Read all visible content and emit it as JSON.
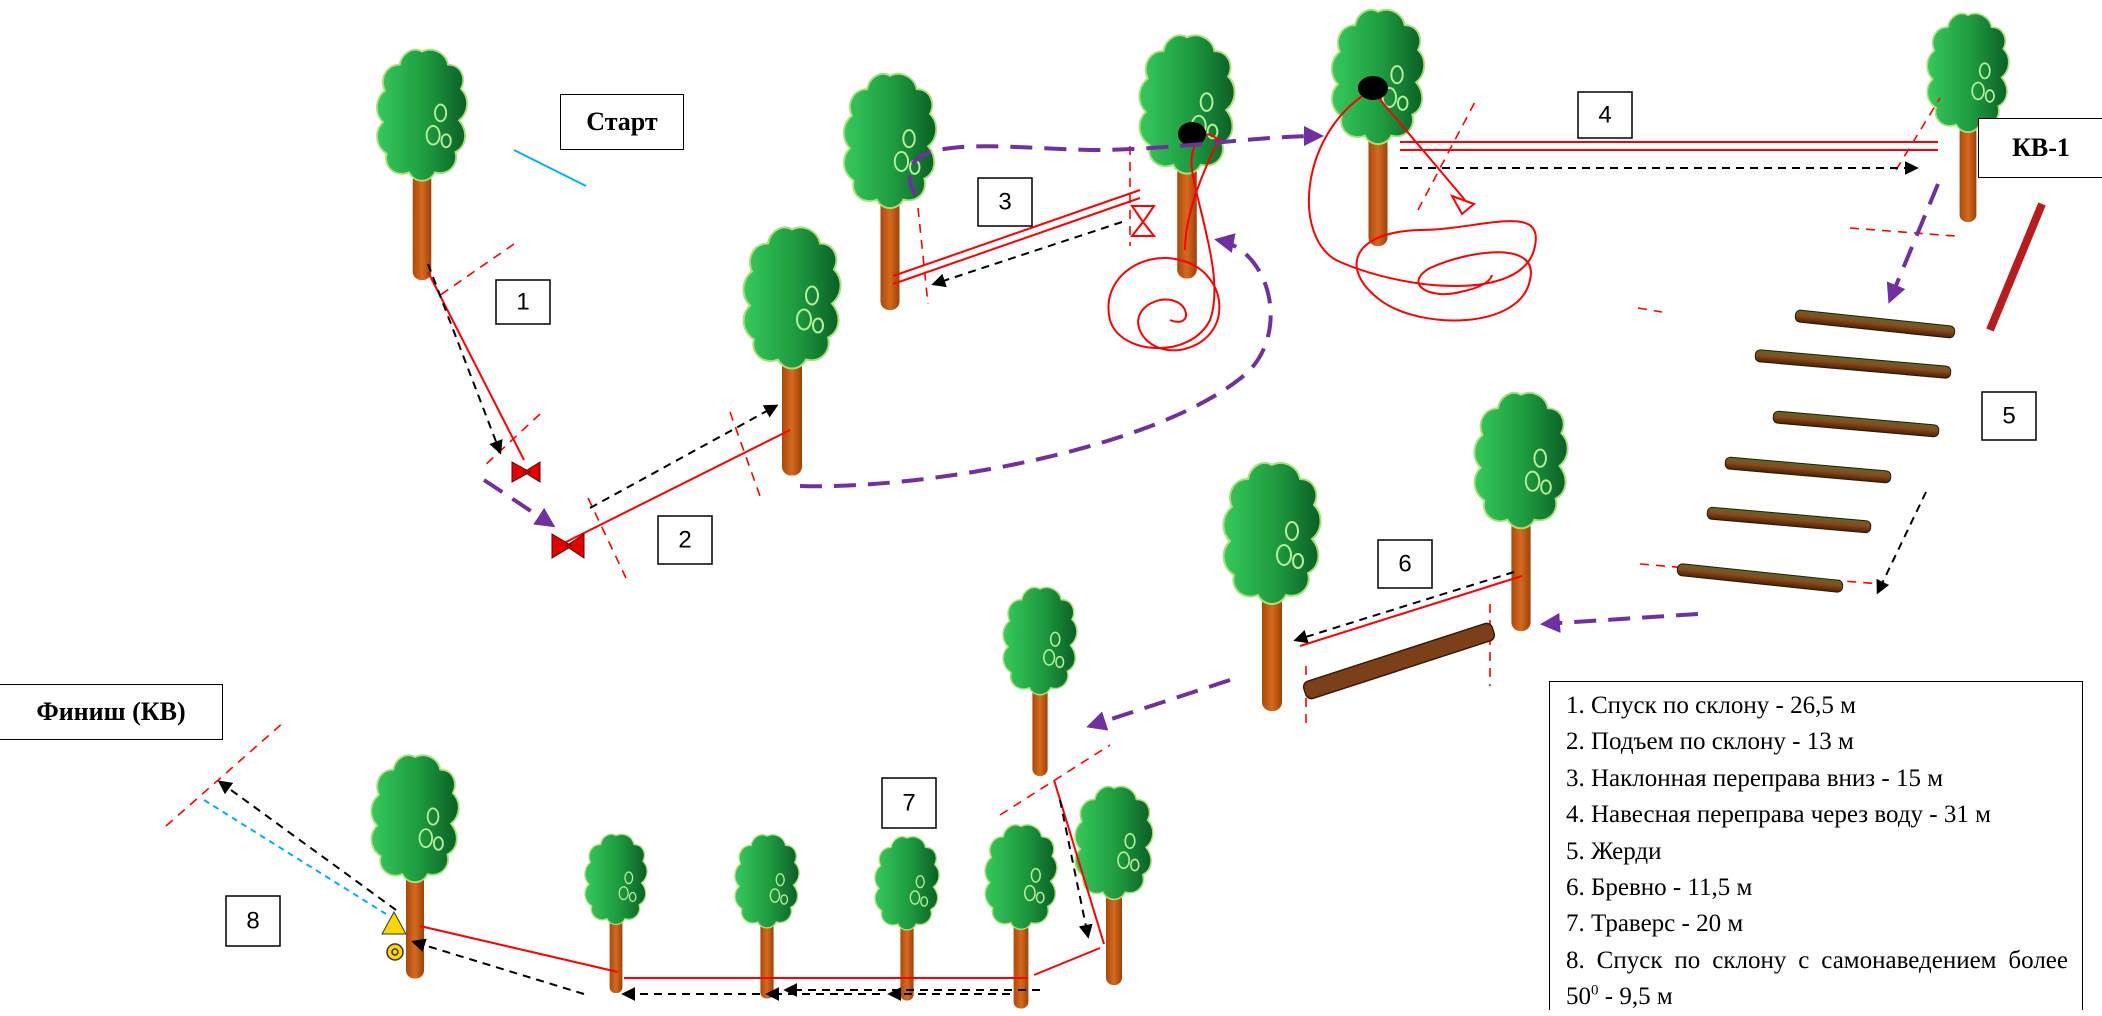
{
  "labels": {
    "start": "Старт",
    "finish": "Финиш (КВ)",
    "kv1": "КВ-1",
    "stages": [
      "1",
      "2",
      "3",
      "4",
      "5",
      "6",
      "7",
      "8"
    ]
  },
  "legend": {
    "items": [
      "1. Спуск по склону - 26,5 м",
      "2. Подъем по склону - 13 м",
      "3. Наклонная переправа вниз - 15 м",
      "4. Навесная переправа через воду - 31 м",
      "5. Жерди",
      "6. Бревно  - 11,5 м",
      "7. Траверс - 20 м"
    ],
    "item8": {
      "prefix": "8. Спуск по склону с самонаведением более 50",
      "sup": "0",
      "suffix": " - 9,5 м"
    }
  },
  "colors": {
    "rope": "#ff0000",
    "boundary": "#ff0000",
    "path_arrow": "#000000",
    "route_arrow": "#7030a0",
    "start_line": "#00b0f0",
    "crown_light": "#34c759",
    "crown_dark": "#0e6b2a",
    "trunk": "#c55a11",
    "log": "#7b3f1a",
    "marker": "#ffd700"
  }
}
